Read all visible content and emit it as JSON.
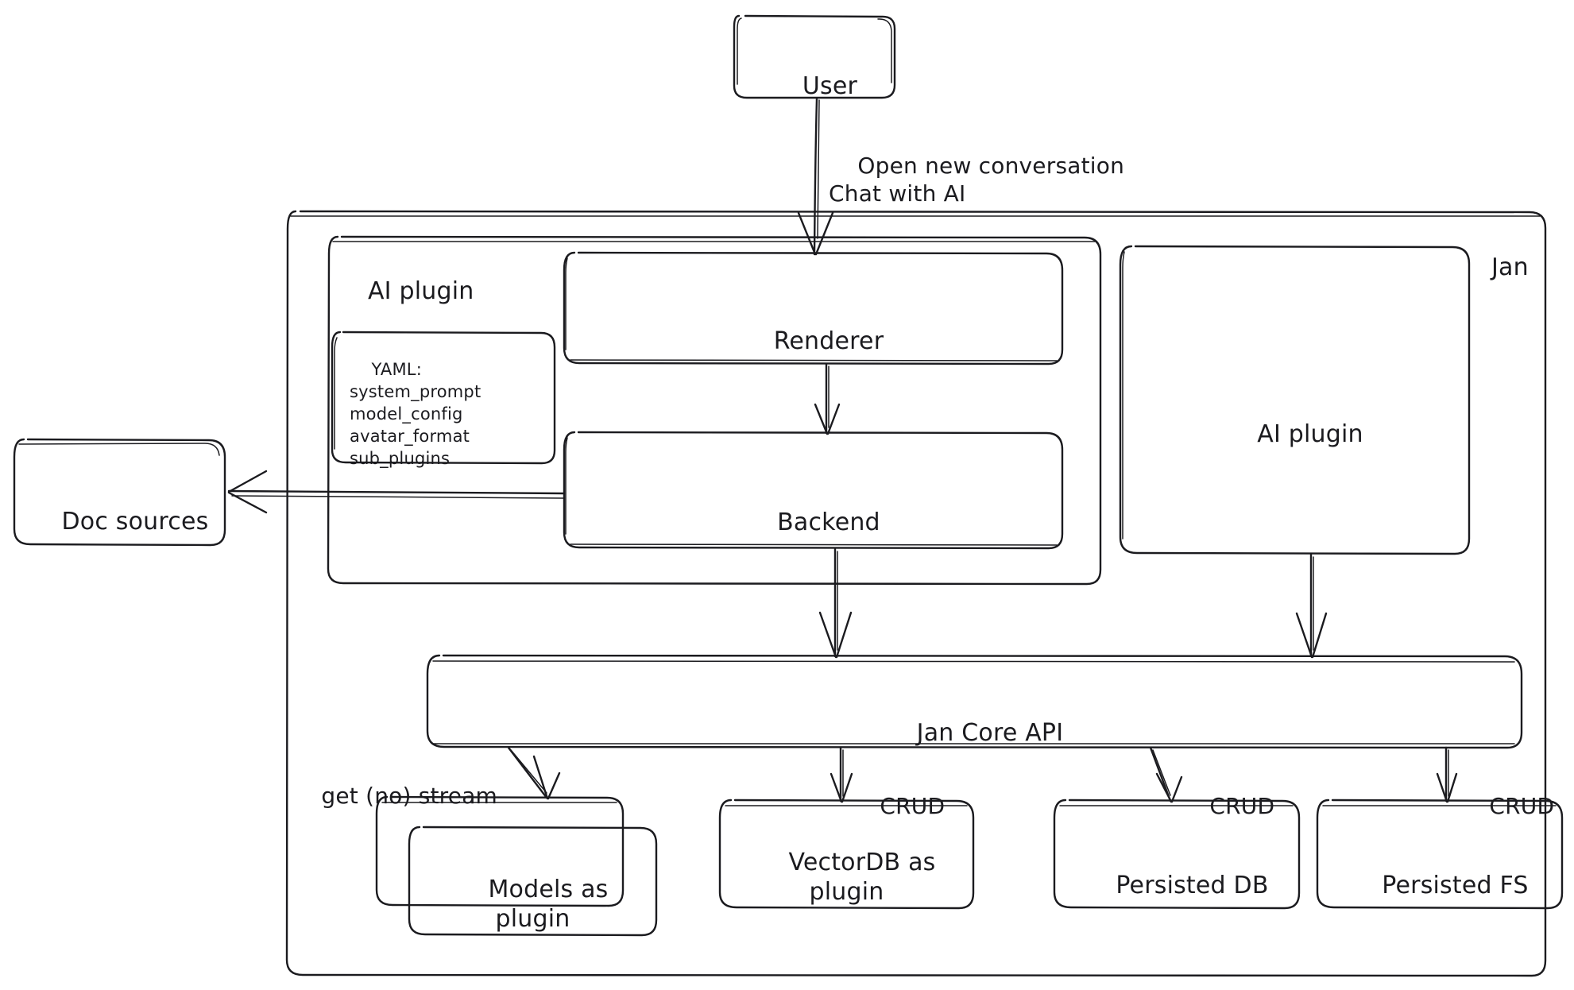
{
  "diagram": {
    "title": "Jan architecture sketch",
    "style": "hand-drawn",
    "stroke_color": "#1b1b1f",
    "background_color": "#ffffff"
  },
  "nodes": {
    "user": {
      "label": "User"
    },
    "jan_container": {
      "label": "Jan"
    },
    "ai_plugin_group": {
      "label": "AI plugin"
    },
    "yaml_box": {
      "lines": [
        "YAML:",
        "system_prompt",
        "model_config",
        "avatar_format",
        "sub_plugins"
      ],
      "text": "YAML:\nsystem_prompt\nmodel_config\navatar_format\nsub_plugins"
    },
    "renderer": {
      "label": "Renderer"
    },
    "backend": {
      "label": "Backend"
    },
    "ai_plugin_right": {
      "label": "AI plugin"
    },
    "doc_sources": {
      "label": "Doc sources"
    },
    "jan_core_api": {
      "label": "Jan Core API"
    },
    "models_as_plugin": {
      "label": "Models as\nplugin"
    },
    "vectordb_as_plugin": {
      "label": "VectorDB as\nplugin"
    },
    "persisted_db": {
      "label": "Persisted DB"
    },
    "persisted_fs": {
      "label": "Persisted FS"
    }
  },
  "edges": {
    "user_to_renderer": {
      "label": "Open new conversation\nChat with AI"
    },
    "renderer_to_backend": {
      "label": ""
    },
    "backend_to_doc_sources": {
      "label": ""
    },
    "backend_to_core": {
      "label": ""
    },
    "ai_plugin_to_core": {
      "label": ""
    },
    "core_to_models": {
      "label": "get (no) stream"
    },
    "core_to_vectordb": {
      "label": "CRUD"
    },
    "core_to_db": {
      "label": "CRUD"
    },
    "core_to_fs": {
      "label": "CRUD"
    }
  }
}
